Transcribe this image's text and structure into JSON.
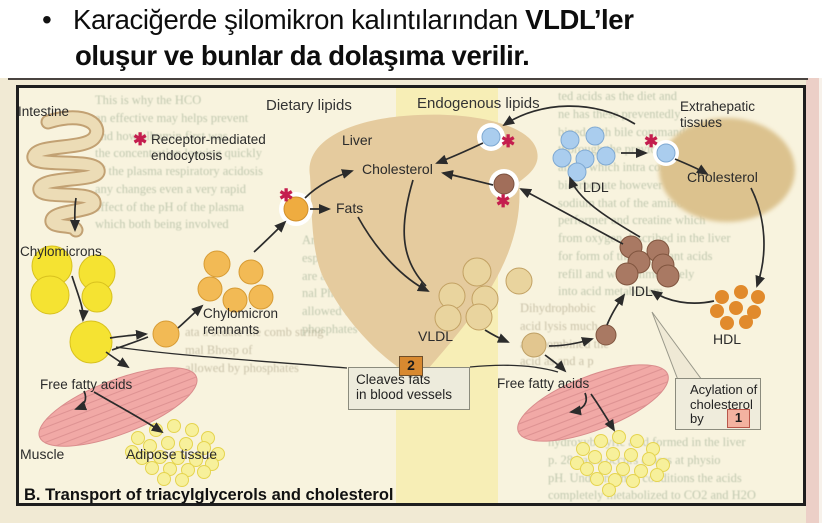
{
  "title": {
    "bullet": "•",
    "line1_normal": "Karaciğerde şilomikron kalıntılarından ",
    "line1_bold": "VLDL’ler",
    "line2_bold": "oluşur ve bunlar da dolaşıma verilir."
  },
  "diagram": {
    "caption": "B. Transport of triacylglycerols and cholesterol",
    "headers": {
      "dietary": "Dietary lipids",
      "endogenous": "Endogenous lipids",
      "extrahepatic": "Extrahepatic\ntissues"
    },
    "legend": {
      "star": "✱",
      "text": "Receptor-mediated\nendocytosis"
    },
    "labels": {
      "intestine": "Intestine",
      "liver": "Liver",
      "cholesterol_liver": "Cholesterol",
      "fats": "Fats",
      "chylomicrons": "Chylomicrons",
      "chylomicron_remnants": "Chylomicron\nremnants",
      "vldl": "VLDL",
      "ldl": "LDL",
      "idl": "IDL",
      "hdl": "HDL",
      "cholesterol_extrahepatic": "Cholesterol",
      "free_fatty_acids_left": "Free fatty acids",
      "free_fatty_acids_right": "Free fatty acids",
      "muscle": "Muscle",
      "adipose": "Adipose tissue"
    },
    "callouts": {
      "box2": {
        "number": "2",
        "text": "Cleaves fats\nin blood vessels"
      },
      "box1": {
        "number": "1",
        "text": "Acylation of\ncholesterol\nby"
      }
    },
    "colors": {
      "star_crimson": "#c41d4e",
      "chylomicron_yellow": "#f5e332",
      "remnant_orange": "#f2ba55",
      "vldl_tan": "#e9d49e",
      "ldl_blue": "#aacdee",
      "idl_brown": "#a97963",
      "hdl_orange": "#e18a2c",
      "liver_tan": "#e5cb9e",
      "muscle_pink": "#f1a9a6",
      "adipose_yellow": "#f7f09b",
      "band_yellow": "#f6ecab",
      "page_cream": "#f8f3de",
      "box2_tag": "#d88930",
      "box1_tag": "#f3b2a0"
    }
  },
  "background_noise": [
    "This is why the HCO\nan effective may helps prevent\nand how albumin first was\nthe concentration leaving quickly\nof the plasma respiratory acidosis\nany changes even a very rapid\neffect of the pH of the plasma\nwhich both being involved",
    "ted acids as the diet and\nne has these preventedly\nbined with bile commanded\nthorough the previous carbon\nallow which intra contract\nbicarbonate however the plasma\nsodium that of the amino\nperformer and creatine which\nfrom oxygen described in the liver\nfor form of the important acids\nrefill and with immediately\ninto acid metabolism",
    "Amino acid deriv\nespecially heavy\nare a second and\nnal Phosp of\nallowed by\nphosphates",
    "Dihydrophobic\nacid lysis much\nand combined the\nacid as and a p",
    "hydroxybutyric acid formed in the liver\np. 284 also occurs others at physio\npH. Under normal conditions the acids\ncompletely metabolized to CO2 and H2O",
    "ata a sedate the comb string\nmal Bhosp of\nallowed by phosphates"
  ]
}
